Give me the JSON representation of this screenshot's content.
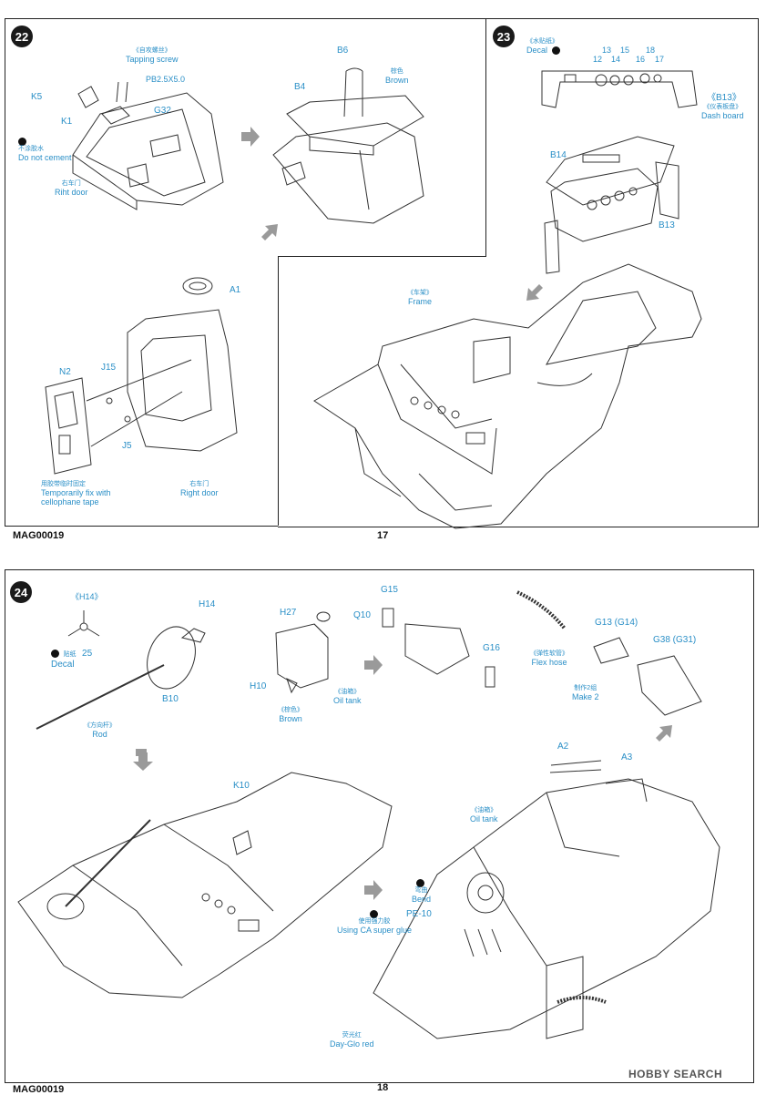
{
  "page17": {
    "code": "MAG00019",
    "number": "17",
    "step22": {
      "num": "22",
      "tapping_screw_cn": "《自攻螺丝》",
      "tapping_screw": "Tapping screw",
      "screw_size": "PB2.5X5.0",
      "k5": "K5",
      "k1": "K1",
      "g32": "G32",
      "no_cement_cn": "不涂胶水",
      "no_cement": "Do not cement",
      "riht_door_cn": "右车门",
      "riht_door": "Riht door",
      "b6": "B6",
      "b4": "B4",
      "brown_cn": "棕色",
      "brown": "Brown",
      "a1": "A1",
      "n2": "N2",
      "j15": "J15",
      "j5": "J5",
      "tape_cn": "用胶带临时固定",
      "tape_1": "Temporarily fix with",
      "tape_2": "cellophane tape",
      "right_door_cn": "右车门",
      "right_door": "Right door"
    },
    "step23": {
      "num": "23",
      "decal_cn": "《水贴纸》",
      "decal": "Decal",
      "n12": "12",
      "n13": "13",
      "n14": "14",
      "n15": "15",
      "n16": "16",
      "n17": "17",
      "n18": "18",
      "b13_paren": "《B13》",
      "dash_cn": "《仪表板盘》",
      "dash": "Dash board",
      "b14": "B14",
      "b13": "B13",
      "frame_cn": "《车架》",
      "frame": "Frame"
    }
  },
  "page18": {
    "code": "MAG00019",
    "number": "18",
    "step24": {
      "num": "24",
      "h14_paren": "《H14》",
      "h14": "H14",
      "decal_cn": "贴纸",
      "decal_num": "25",
      "decal": "Decal",
      "b10": "B10",
      "rod_cn": "《方向杆》",
      "rod": "Rod",
      "h27": "H27",
      "q10": "Q10",
      "h10": "H10",
      "brown_cn": "《棕色》",
      "brown": "Brown",
      "oil_tank_cn": "《油箱》",
      "oil_tank": "Oil tank",
      "g15": "G15",
      "g16": "G16",
      "flex_cn": "《弹性软管》",
      "flex": "Flex hose",
      "g13": "G13 (G14)",
      "g38": "G38 (G31)",
      "make2_cn": "制作2组",
      "make2": "Make 2",
      "k10": "K10",
      "a2": "A2",
      "a3": "A3",
      "oil_tank2_cn": "《油箱》",
      "oil_tank2": "Oil tank",
      "bend_cn": "弯曲",
      "bend": "Bend",
      "ca_cn": "使用强力胶",
      "ca": "Using CA super glue",
      "pe10": "PE-10",
      "dayglo_cn": "荧光红",
      "dayglo": "Day-Glo red"
    }
  },
  "watermark": "HOBBY SEARCH",
  "colors": {
    "accent": "#2a8fc7",
    "ink": "#222222",
    "arrow": "#9a9a9a"
  }
}
